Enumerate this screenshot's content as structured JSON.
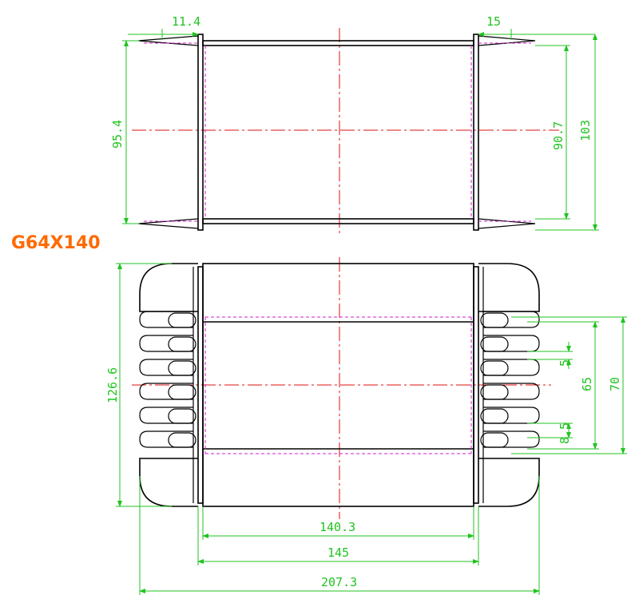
{
  "model": "G64X140",
  "colors": {
    "object": "#000000",
    "center_line": "#e01010",
    "hidden_line": "#d21ed2",
    "dimension": "#22c322",
    "model_label": "#ff6a00"
  },
  "top_view": {
    "dims": {
      "left_flange": "11.4",
      "right_flange": "15",
      "left_height": "95.4",
      "right_inner_height": "90.7",
      "right_outer_height": "103"
    }
  },
  "front_view": {
    "dims": {
      "left_height": "126.6",
      "slot_gap": "5",
      "slot_pitch": "8.5",
      "inner_height": "65",
      "outer_height": "70",
      "inner_length": "140.3",
      "mid_length": "145",
      "overall_length": "207.3"
    }
  }
}
